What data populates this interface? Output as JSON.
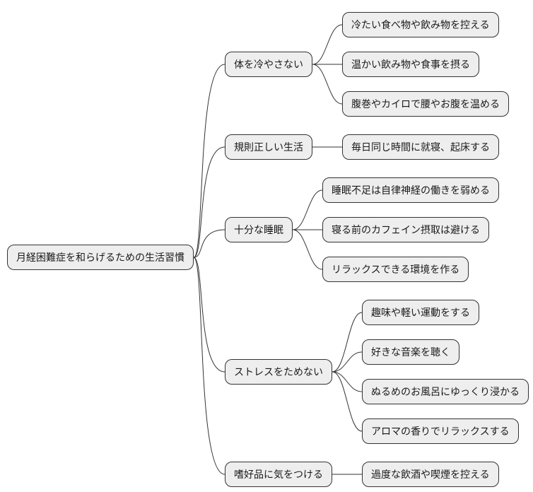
{
  "diagram": {
    "type": "mindmap",
    "direction": "left-to-right",
    "colors": {
      "background": "#ffffff",
      "node_fill": "#eeeeee",
      "node_border": "#333333",
      "edge": "#333333",
      "text": "#1a1a1a"
    },
    "root": {
      "label": "月経困難症を和らげるための生活習慣",
      "children": [
        {
          "label": "体を冷やさない",
          "children": [
            {
              "label": "冷たい食べ物や飲み物を控える"
            },
            {
              "label": "温かい飲み物や食事を摂る"
            },
            {
              "label": "腹巻やカイロで腰やお腹を温める"
            }
          ]
        },
        {
          "label": "規則正しい生活",
          "children": [
            {
              "label": "毎日同じ時間に就寝、起床する"
            }
          ]
        },
        {
          "label": "十分な睡眠",
          "children": [
            {
              "label": "睡眠不足は自律神経の働きを弱める"
            },
            {
              "label": "寝る前のカフェイン摂取は避ける"
            },
            {
              "label": "リラックスできる環境を作る"
            }
          ]
        },
        {
          "label": "ストレスをためない",
          "children": [
            {
              "label": "趣味や軽い運動をする"
            },
            {
              "label": "好きな音楽を聴く"
            },
            {
              "label": "ぬるめのお風呂にゆっくり浸かる"
            },
            {
              "label": "アロマの香りでリラックスする"
            }
          ]
        },
        {
          "label": "嗜好品に気をつける",
          "children": [
            {
              "label": "過度な飲酒や喫煙を控える"
            }
          ]
        }
      ]
    }
  }
}
